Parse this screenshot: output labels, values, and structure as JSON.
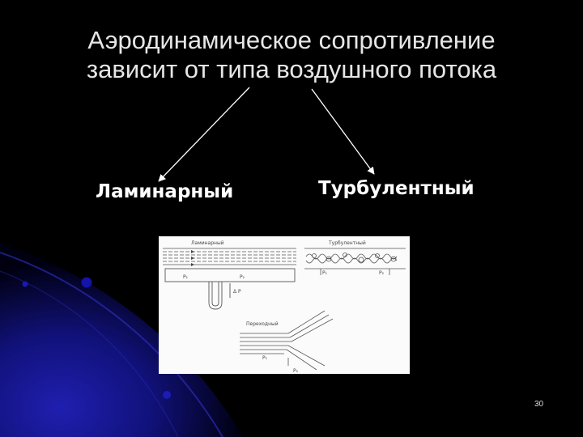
{
  "slide": {
    "title_line1": "Аэродинамическое сопротивление",
    "title_line2": "зависит от типа воздушного потока",
    "branches": [
      "Ламинарный",
      "Турбулентный"
    ],
    "page_number": "30"
  },
  "figure": {
    "laminar_label": "Ламинарный",
    "turbulent_label": "Турбулентный",
    "transitional_label": "Переходный",
    "p1": "P₁",
    "p2": "P₂",
    "delta_p": "Δ P"
  },
  "colors": {
    "background": "#000000",
    "accent": "#1a1aa0",
    "text": "#ffffff",
    "figure_bg": "#fbfbfb"
  }
}
